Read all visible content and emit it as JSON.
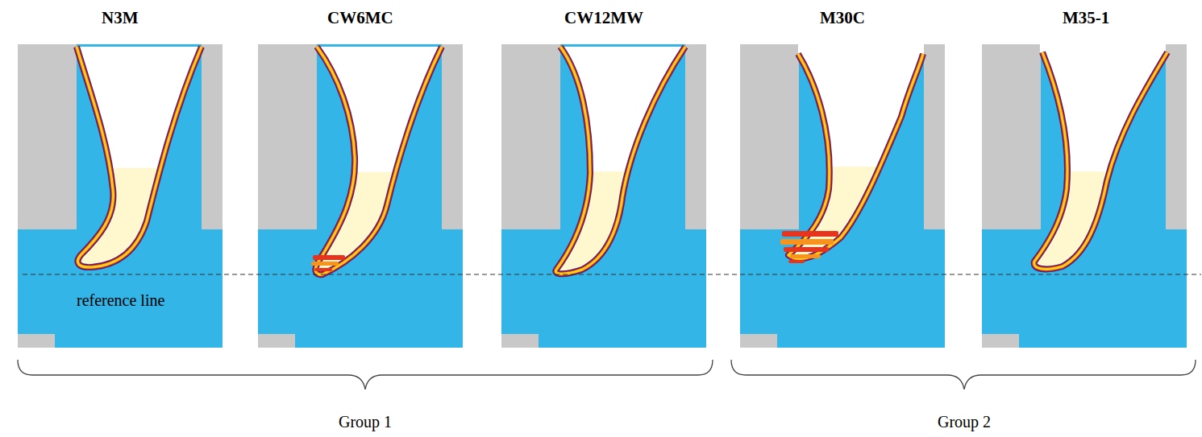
{
  "diagram": {
    "labels": [
      "N3M",
      "CW6MC",
      "CW12MW",
      "M30C",
      "M35-1",
      "reference line",
      "Group 1",
      "Group 2"
    ]
  }
}
